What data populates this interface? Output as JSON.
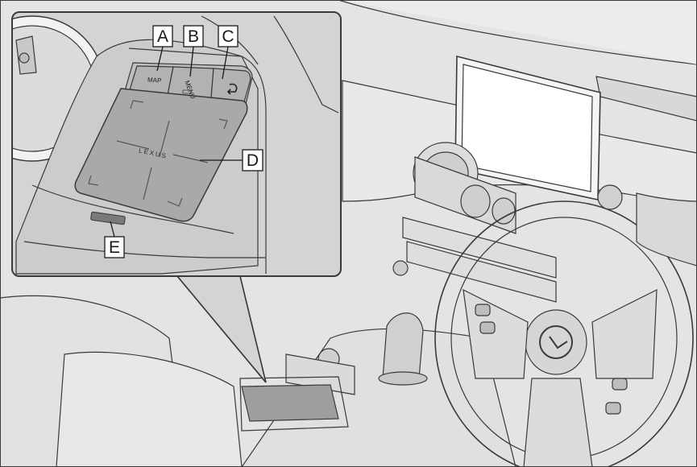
{
  "callouts": [
    {
      "id": "A",
      "label": "A"
    },
    {
      "id": "B",
      "label": "B"
    },
    {
      "id": "C",
      "label": "C"
    },
    {
      "id": "D",
      "label": "D"
    },
    {
      "id": "E",
      "label": "E"
    }
  ],
  "touchpad": {
    "map_label": "MAP",
    "menu_label": "MENU",
    "logo_text": "LEXUS"
  },
  "colors": {
    "panel_bg": "#d4d4d4",
    "scene_bg": "#e6e6e6",
    "line": "#3a3a3a",
    "pad_fill": "#a9a9a9"
  }
}
